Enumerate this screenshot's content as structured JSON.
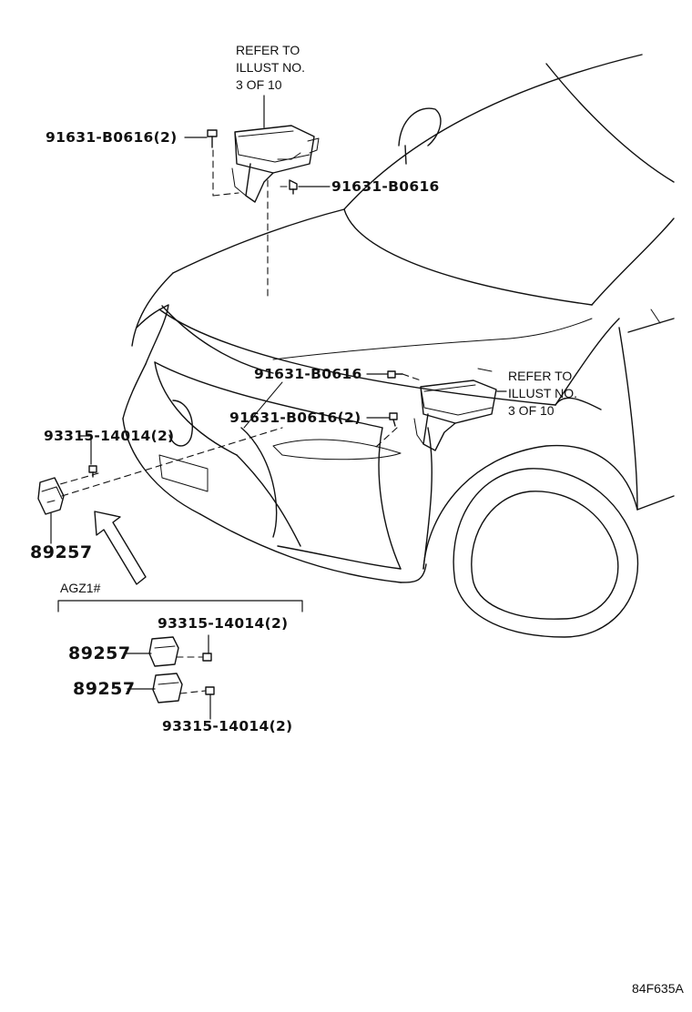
{
  "diagram": {
    "callouts": {
      "top_bolt_left": "91631-B0616(2)",
      "top_bolt_right": "91631-B0616",
      "refer_top": "REFER TO\nILLUST NO.\n3 OF 10",
      "mid_bolt_upper": "91631-B0616",
      "mid_bolt_lower": "91631-B0616(2)",
      "refer_mid": "REFER TO\nILLUST NO.\n3 OF 10",
      "sensor_bolt": "93315-14014(2)",
      "sensor_part": "89257",
      "variant_label": "AGZ1#",
      "variant_bolt_top": "93315-14014(2)",
      "variant_part_upper": "89257",
      "variant_part_lower": "89257",
      "variant_bolt_bottom": "93315-14014(2)"
    },
    "illustration_code": "84F635A"
  }
}
